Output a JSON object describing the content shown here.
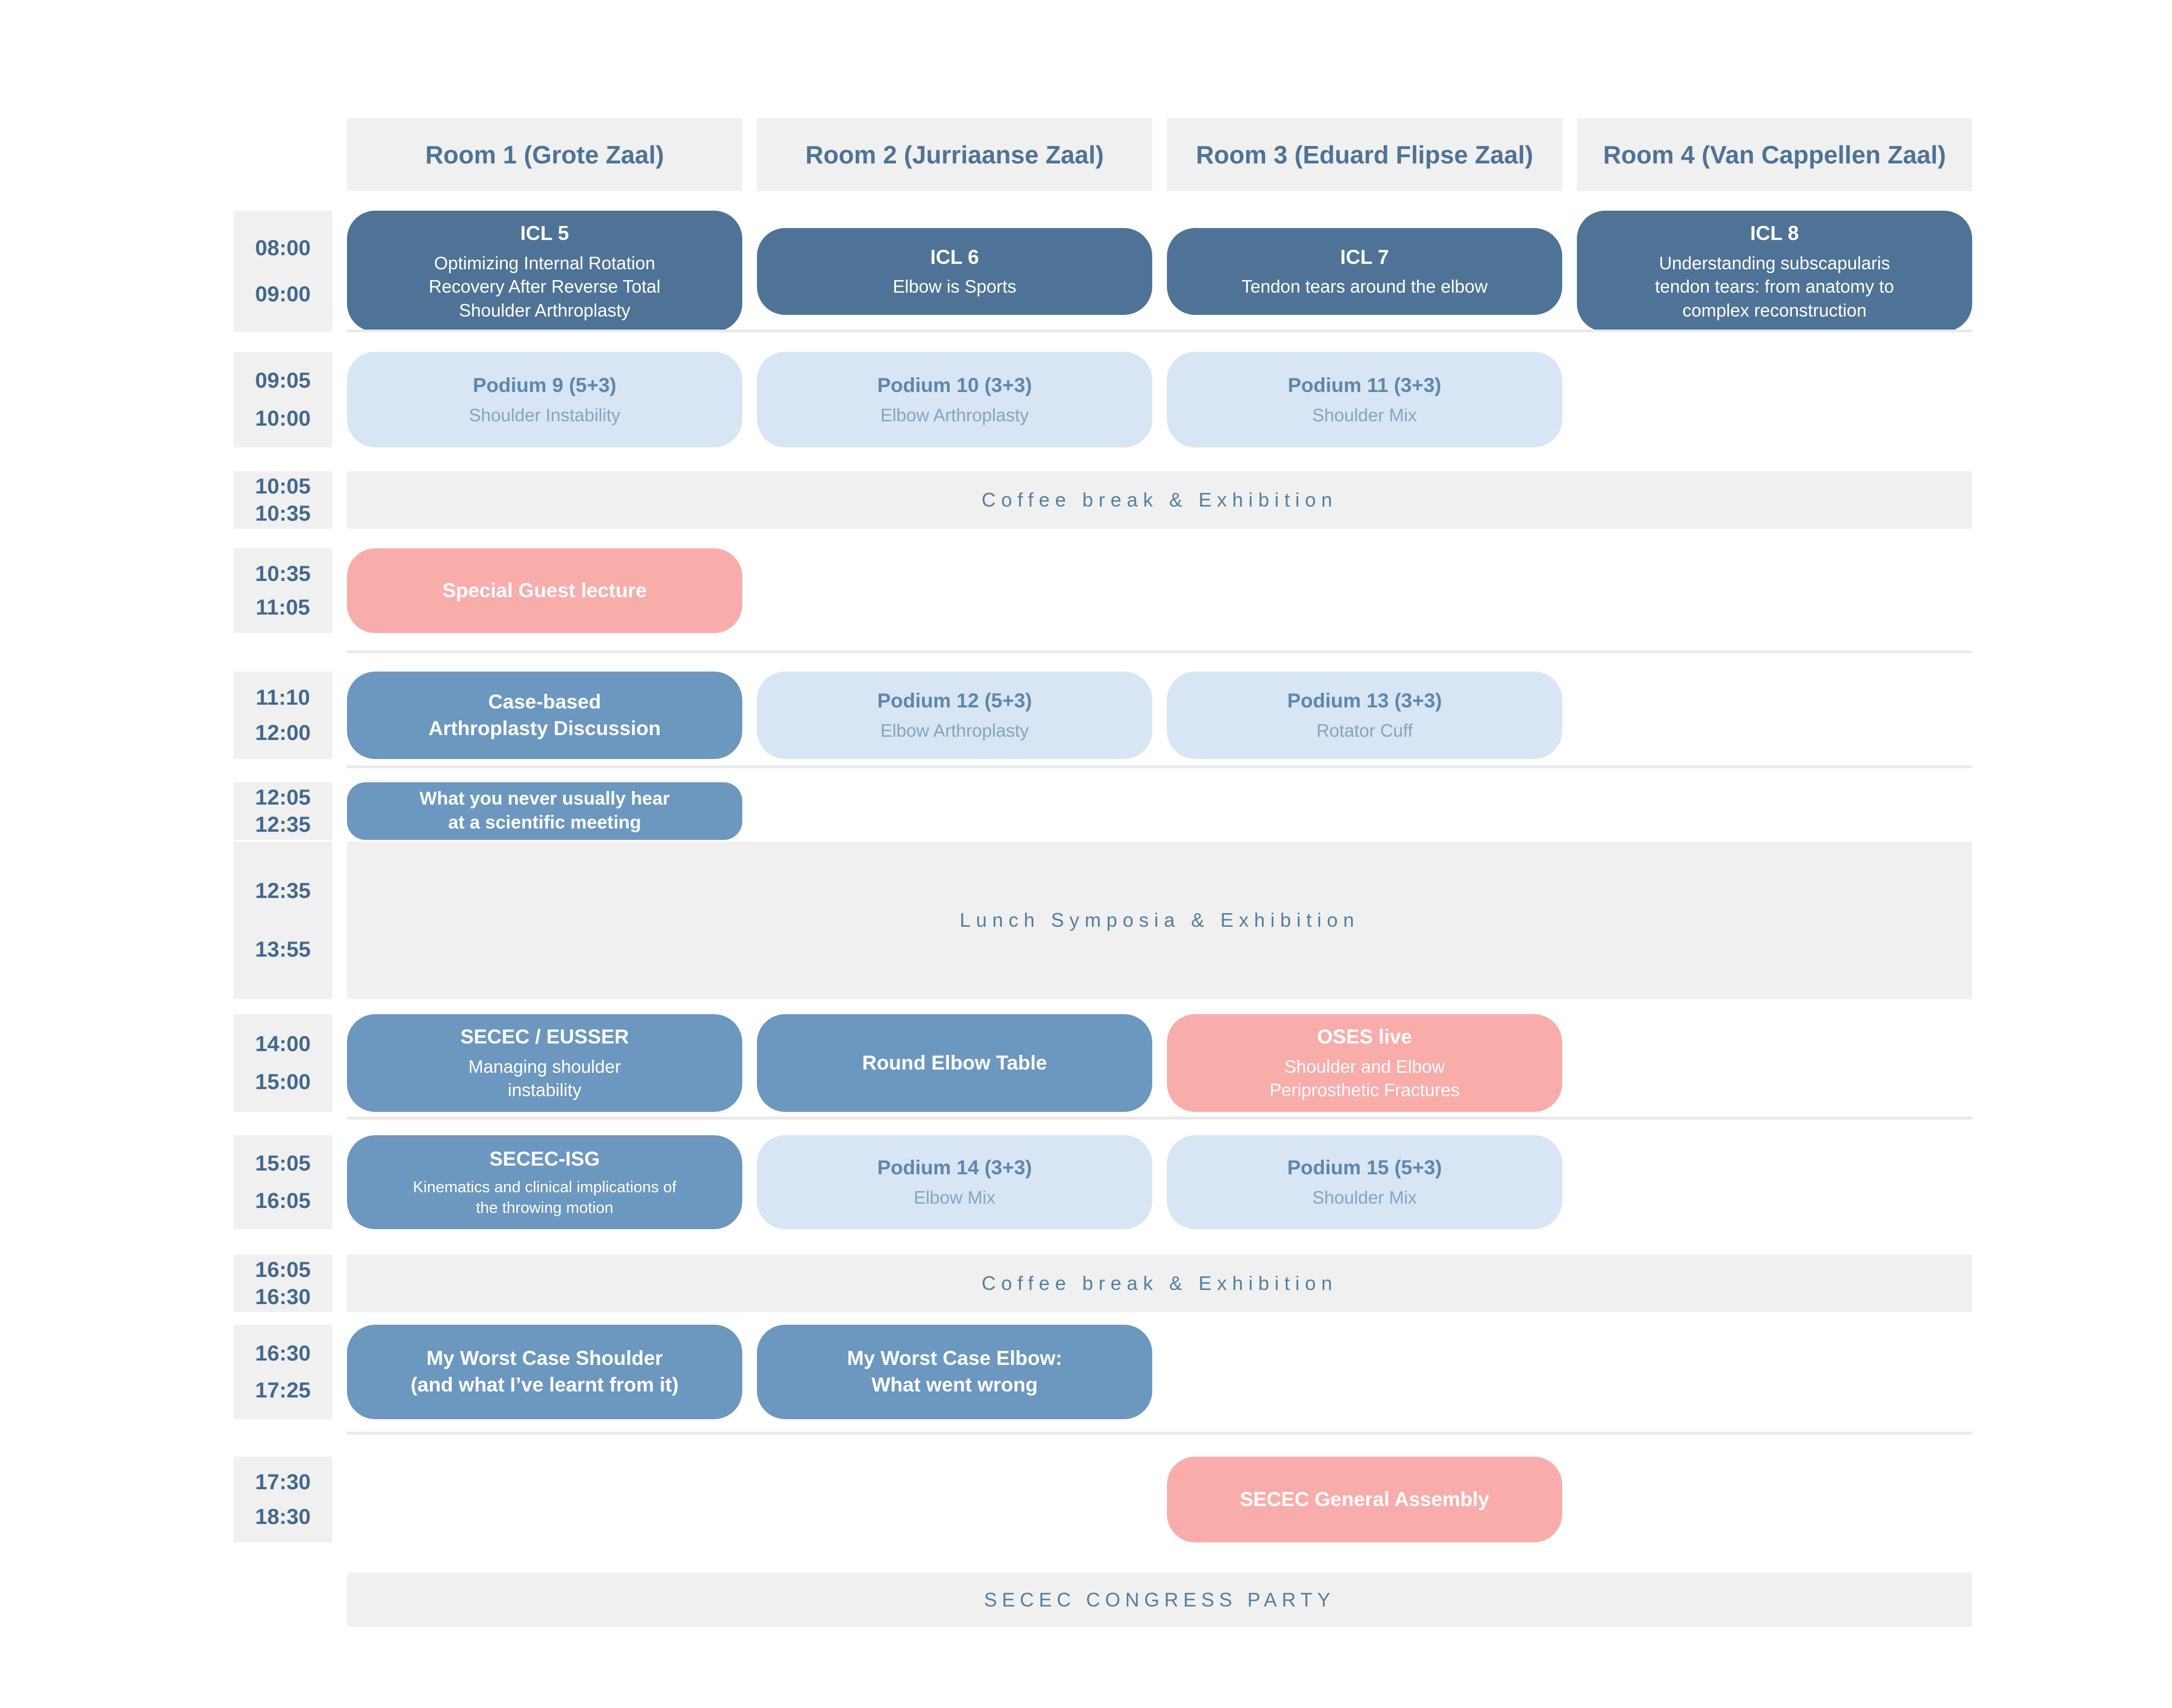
{
  "colors": {
    "dark_blue": "#4e7396",
    "medium_blue": "#6c97bf",
    "light_blue": "#d7e5f4",
    "pink": "#f8adab",
    "band_gray": "#f0f0f0",
    "band_text": "#567e9e"
  },
  "rooms": [
    {
      "label": "Room 1 (Grote Zaal)"
    },
    {
      "label": "Room 2 (Jurriaanse Zaal)"
    },
    {
      "label": "Room 3 (Eduard Flipse Zaal)"
    },
    {
      "label": "Room 4 (Van Cappellen Zaal)"
    }
  ],
  "rows": [
    {
      "start": "08:00",
      "end": "09:00",
      "cells": [
        {
          "title": "ICL 5",
          "subtitle": "Optimizing Internal Rotation\nRecovery After Reverse Total\nShoulder Arthroplasty"
        },
        {
          "title": "ICL 6",
          "subtitle": "Elbow is Sports"
        },
        {
          "title": "ICL 7",
          "subtitle": "Tendon tears around the elbow"
        },
        {
          "title": "ICL 8",
          "subtitle": "Understanding subscapularis\ntendon tears: from anatomy to\ncomplex reconstruction"
        }
      ]
    },
    {
      "start": "09:05",
      "end": "10:00",
      "cells": [
        {
          "title": "Podium 9 (5+3)",
          "subtitle": "Shoulder Instability"
        },
        {
          "title": "Podium 10 (3+3)",
          "subtitle": "Elbow Arthroplasty"
        },
        {
          "title": "Podium 11 (3+3)",
          "subtitle": "Shoulder Mix"
        }
      ]
    },
    {
      "start": "10:35",
      "end": "11:05",
      "cells": [
        {
          "title": "Special Guest lecture"
        }
      ]
    },
    {
      "start": "11:10",
      "end": "12:00",
      "cells": [
        {
          "title": "Case-based\nArthroplasty Discussion"
        },
        {
          "title": "Podium 12 (5+3)",
          "subtitle": "Elbow Arthroplasty"
        },
        {
          "title": "Podium 13 (3+3)",
          "subtitle": "Rotator Cuff"
        }
      ]
    },
    {
      "start": "12:05",
      "end": "12:35",
      "cells": [
        {
          "title": "What you never usually hear\nat a scientific meeting"
        }
      ]
    },
    {
      "start": "14:00",
      "end": "15:00",
      "cells": [
        {
          "title": "SECEC / EUSSER",
          "subtitle": "Managing shoulder\ninstability"
        },
        {
          "title": "Round Elbow Table"
        },
        {
          "title": "OSES live",
          "subtitle": "Shoulder and Elbow\nPeriprosthetic Fractures"
        }
      ]
    },
    {
      "start": "15:05",
      "end": "16:05",
      "cells": [
        {
          "title": "SECEC-ISG",
          "subtitle": "Kinematics and clinical implications of\nthe throwing motion"
        },
        {
          "title": "Podium 14 (3+3)",
          "subtitle": "Elbow Mix"
        },
        {
          "title": "Podium 15 (5+3)",
          "subtitle": "Shoulder Mix"
        }
      ]
    },
    {
      "start": "16:30",
      "end": "17:25",
      "cells": [
        {
          "title": "My Worst Case Shoulder\n(and what I’ve learnt from it)"
        },
        {
          "title": "My Worst Case Elbow:\nWhat went wrong"
        }
      ]
    },
    {
      "start": "17:30",
      "end": "18:30",
      "cells": [
        {
          "title": "SECEC General Assembly"
        }
      ]
    }
  ],
  "bands": [
    {
      "start": "10:05",
      "end": "10:35",
      "label": "Coffee break & Exhibition"
    },
    {
      "start": "12:35",
      "end": "13:55",
      "label": "Lunch Symposia & Exhibition"
    },
    {
      "start": "16:05",
      "end": "16:30",
      "label": "Coffee break & Exhibition"
    },
    {
      "label": "SECEC CONGRESS PARTY"
    }
  ]
}
